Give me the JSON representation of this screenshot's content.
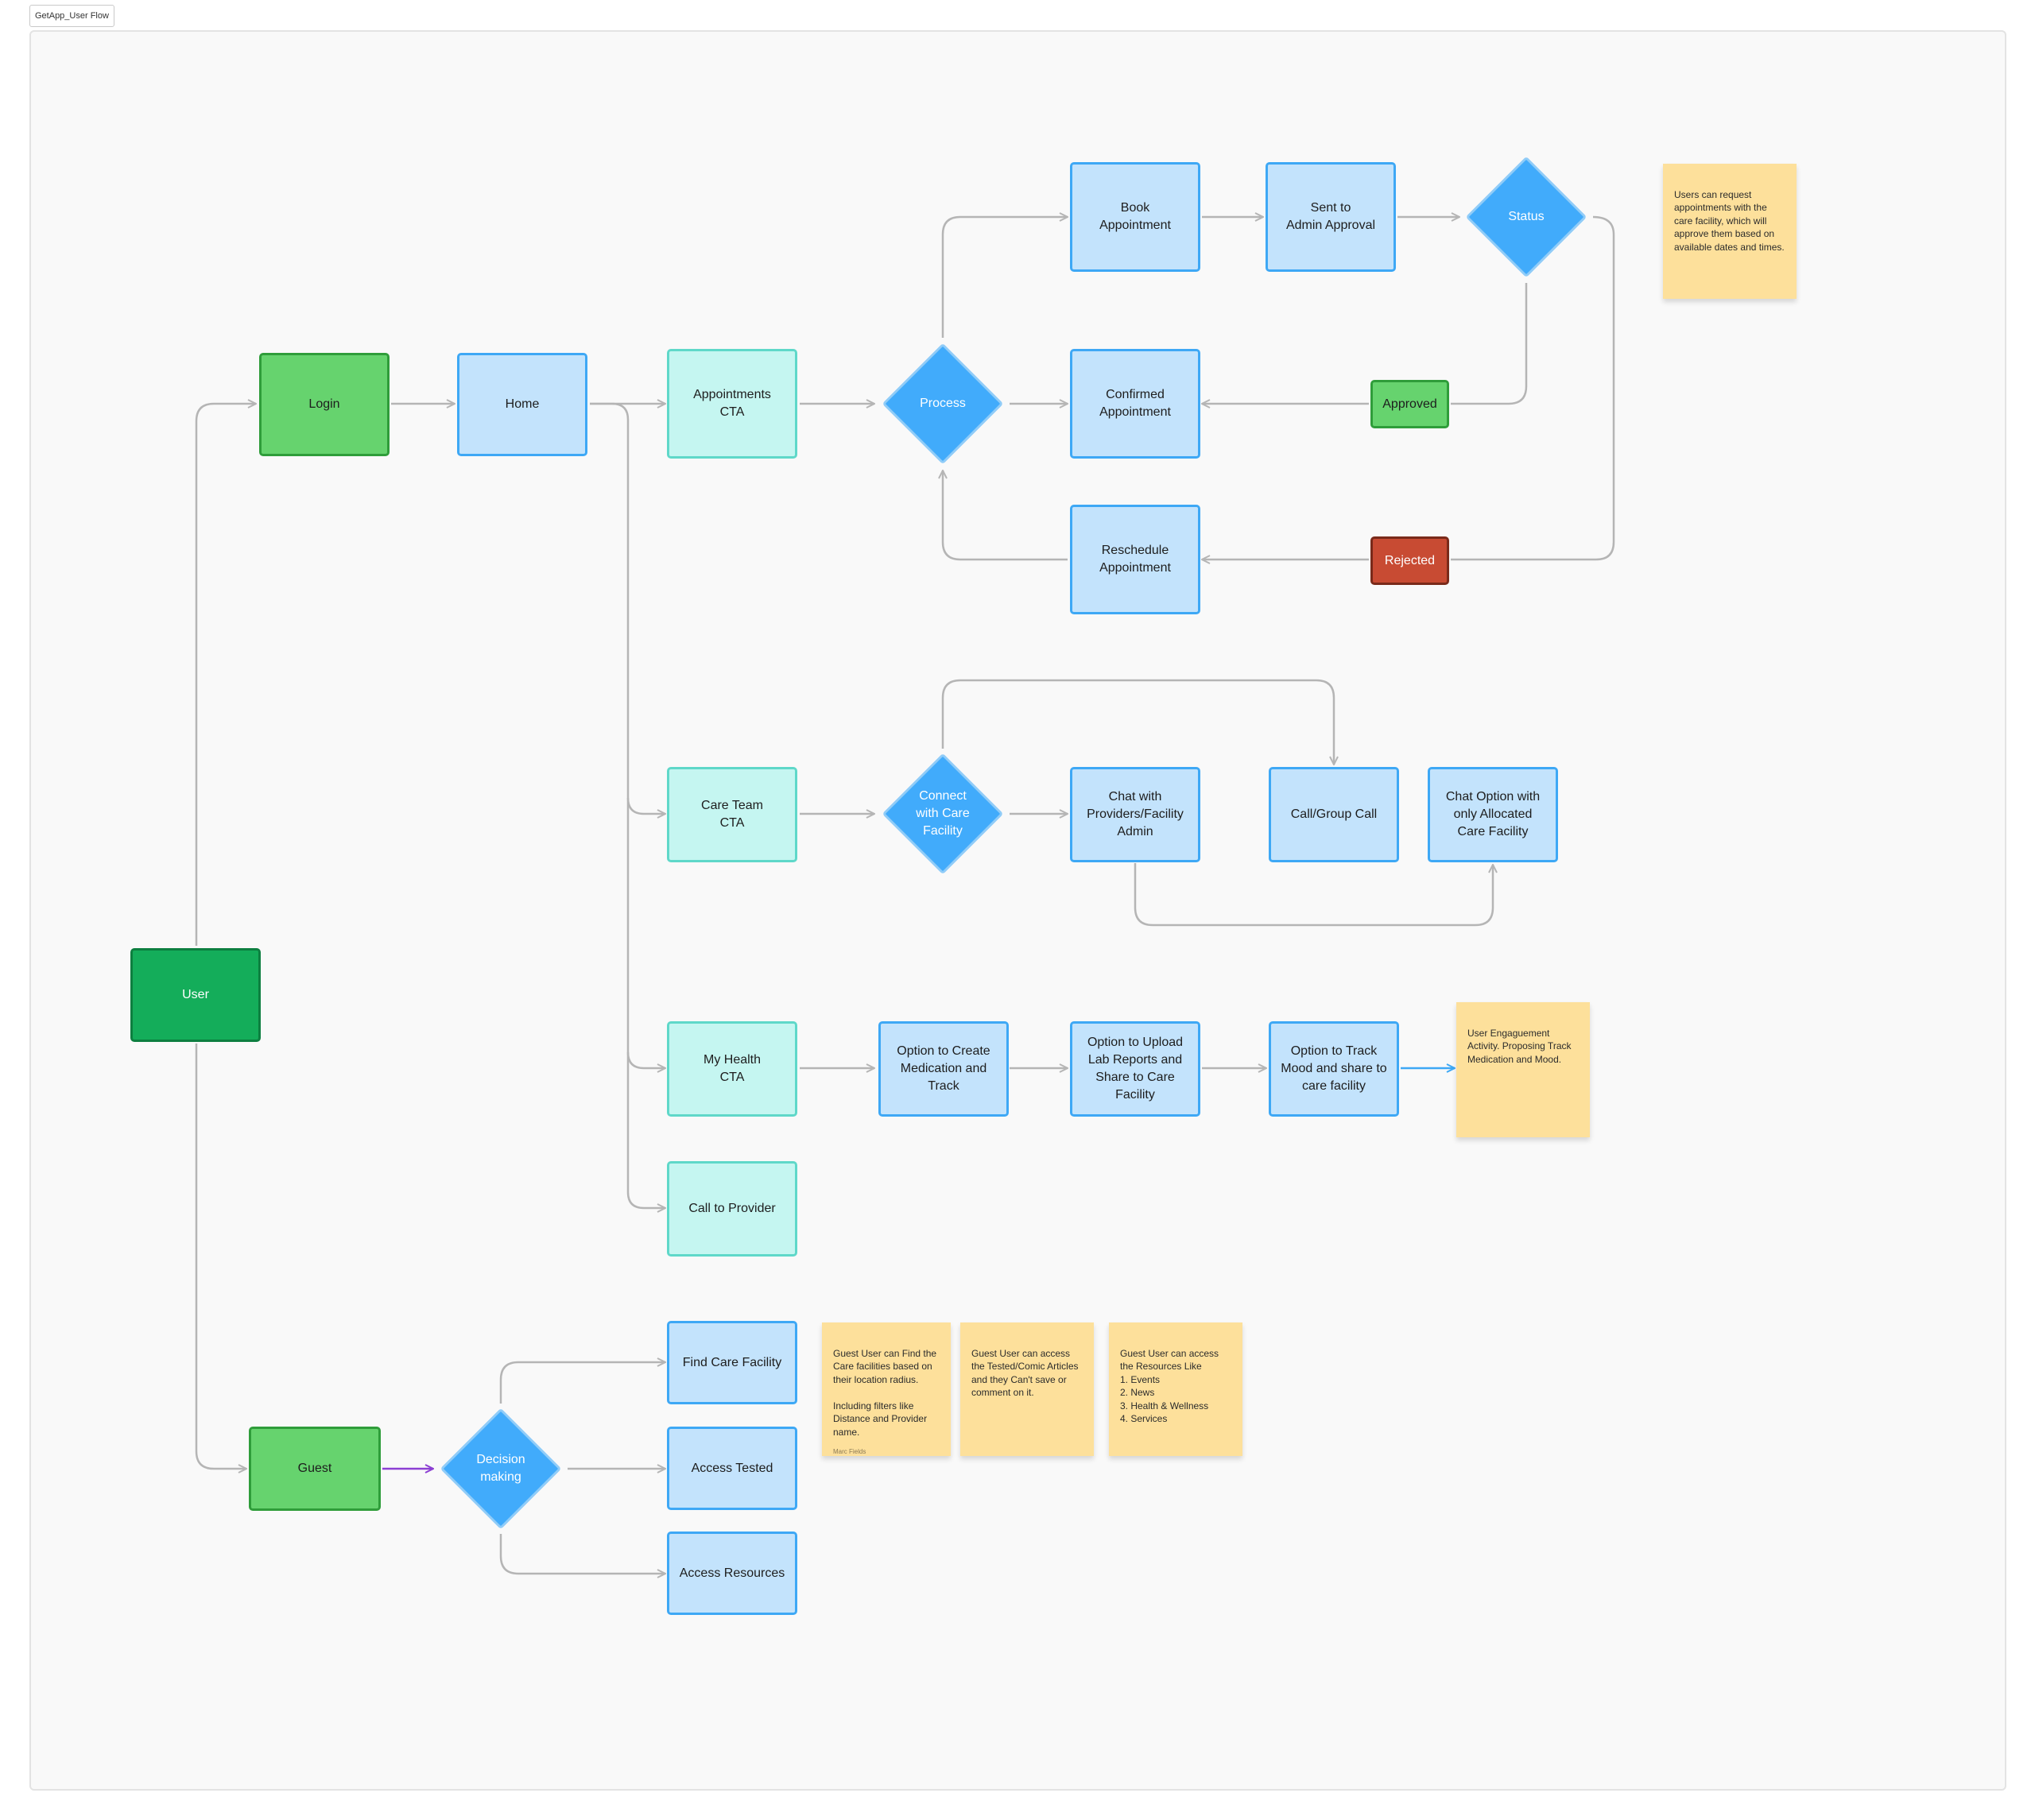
{
  "frame_title": "GetApp_User Flow",
  "nodes": {
    "user": "User",
    "login": "Login",
    "home": "Home",
    "appointments_cta": "Appointments\nCTA",
    "process": "Process",
    "book_appointment": "Book\nAppointment",
    "sent_admin": "Sent to\nAdmin Approval",
    "status": "Status",
    "confirmed": "Confirmed\nAppointment",
    "approved": "Approved",
    "reschedule": "Reschedule\nAppointment",
    "rejected": "Rejected",
    "care_team_cta": "Care Team\nCTA",
    "connect": "Connect\nwith Care\nFacility",
    "chat_providers": "Chat with\nProviders/Facility\nAdmin",
    "call_group": "Call/Group Call",
    "chat_allocated": "Chat Option with\nonly Allocated\nCare Facility",
    "my_health_cta": "My Health\nCTA",
    "create_medication": "Option to Create\nMedication and\nTrack",
    "upload_lab": "Option to Upload\nLab Reports and\nShare to Care\nFacility",
    "track_mood": "Option to Track\nMood and share to\ncare facility",
    "call_provider": "Call to Provider",
    "guest": "Guest",
    "decision": "Decision\nmaking",
    "find_care": "Find Care Facility",
    "access_tested": "Access Tested",
    "access_resources": "Access Resources"
  },
  "stickies": {
    "appointments_note": "Users can request appointments with the care facility, which will approve them based on available dates and times.",
    "engagement_note": "User Engaguement Activity. Proposing Track Medication and Mood.",
    "find_note": "Guest User can Find the Care facilities based on their location radius.\n\nIncluding filters like Distance and Provider name.",
    "find_note_author": "Marc Fields",
    "tested_note": "Guest User can access the Tested/Comic Articles and they Can't save or comment on it.",
    "resources_note": "Guest User can access the Resources Like\n  1. Events\n  2. News\n  3. Health & Wellness\n  4. Services"
  },
  "colors": {
    "connector": "#b5b5b5",
    "connector_blue": "#3ea8f5",
    "connector_purple": "#8c3fd3",
    "diamond": "#41abfb",
    "light_blue_node": "#c3e3fc",
    "cyan_node": "#c5f6f1",
    "green_node": "#66d36e",
    "user_node": "#14ad5a",
    "rejected_node": "#c84b33",
    "sticky": "#fde09b"
  }
}
